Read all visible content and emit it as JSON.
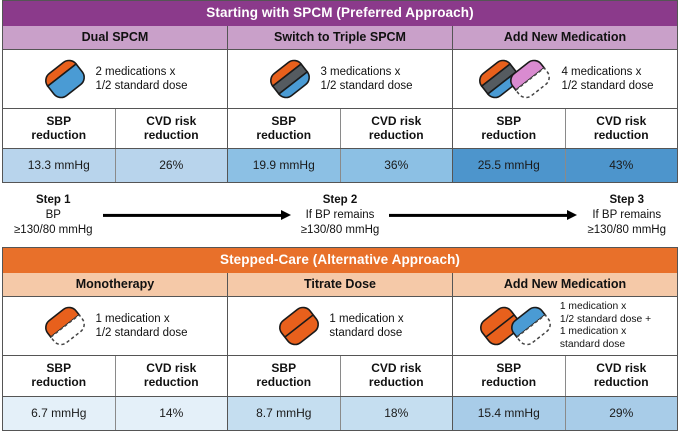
{
  "sections": [
    {
      "id": "spcm",
      "title": "Starting with SPCM (Preferred Approach)",
      "band_color": "#8B3A8B",
      "subhead_color": "#C9A0C9",
      "groups": [
        {
          "name": "Dual SPCM",
          "dose_line_1": "2 medications x",
          "dose_line_2": "1/2 standard dose",
          "metrics": [
            {
              "label_line_1": "SBP",
              "label_line_2": "reduction",
              "value": "13.3 mmHg",
              "fill": "#B8D4EC"
            },
            {
              "label_line_1": "CVD risk",
              "label_line_2": "reduction",
              "value": "26%",
              "fill": "#B8D4EC"
            }
          ]
        },
        {
          "name": "Switch to Triple SPCM",
          "dose_line_1": "3 medications x",
          "dose_line_2": "1/2 standard dose",
          "metrics": [
            {
              "label_line_1": "SBP",
              "label_line_2": "reduction",
              "value": "19.9 mmHg",
              "fill": "#8CC0E4"
            },
            {
              "label_line_1": "CVD risk",
              "label_line_2": "reduction",
              "value": "36%",
              "fill": "#8CC0E4"
            }
          ]
        },
        {
          "name": "Add New Medication",
          "dose_line_1": "4 medications x",
          "dose_line_2": "1/2 standard dose",
          "metrics": [
            {
              "label_line_1": "SBP",
              "label_line_2": "reduction",
              "value": "25.5 mmHg",
              "fill": "#4D95CC"
            },
            {
              "label_line_1": "CVD risk",
              "label_line_2": "reduction",
              "value": "43%",
              "fill": "#4D95CC"
            }
          ]
        }
      ]
    },
    {
      "id": "stepped",
      "title": "Stepped-Care (Alternative Approach)",
      "band_color": "#E8702A",
      "subhead_color": "#F5C9A8",
      "groups": [
        {
          "name": "Monotherapy",
          "dose_line_1": "1 medication x",
          "dose_line_2": "1/2 standard dose",
          "metrics": [
            {
              "label_line_1": "SBP",
              "label_line_2": "reduction",
              "value": "6.7 mmHg",
              "fill": "#E4F0F9"
            },
            {
              "label_line_1": "CVD risk",
              "label_line_2": "reduction",
              "value": "14%",
              "fill": "#E4F0F9"
            }
          ]
        },
        {
          "name": "Titrate Dose",
          "dose_line_1": "1 medication x",
          "dose_line_2": "standard dose",
          "metrics": [
            {
              "label_line_1": "SBP",
              "label_line_2": "reduction",
              "value": "8.7 mmHg",
              "fill": "#C5DEF0"
            },
            {
              "label_line_1": "CVD risk",
              "label_line_2": "reduction",
              "value": "18%",
              "fill": "#C5DEF0"
            }
          ]
        },
        {
          "name": "Add New Medication",
          "dose_line_1": "1 medication x",
          "dose_line_2": "1/2 standard dose +",
          "dose_line_3": "1 medication x",
          "dose_line_4": "standard dose",
          "metrics": [
            {
              "label_line_1": "SBP",
              "label_line_2": "reduction",
              "value": "15.4 mmHg",
              "fill": "#A8CCE8"
            },
            {
              "label_line_1": "CVD risk",
              "label_line_2": "reduction",
              "value": "29%",
              "fill": "#A8CCE8"
            }
          ]
        }
      ]
    }
  ],
  "steps": [
    {
      "title": "Step 1",
      "line_2": "BP",
      "line_3": "≥130/80 mmHg"
    },
    {
      "title": "Step 2",
      "line_2": "If BP remains",
      "line_3": "≥130/80 mmHg"
    },
    {
      "title": "Step 3",
      "line_2": "If BP remains",
      "line_3": "≥130/80 mmHg"
    }
  ],
  "palette": {
    "pill_orange": "#E8601C",
    "pill_blue": "#4A9BD4",
    "pill_gray": "#555B60",
    "pill_pink": "#D98BD0",
    "pill_outline": "#1a1a1a",
    "dashed_outline": "#444444"
  }
}
